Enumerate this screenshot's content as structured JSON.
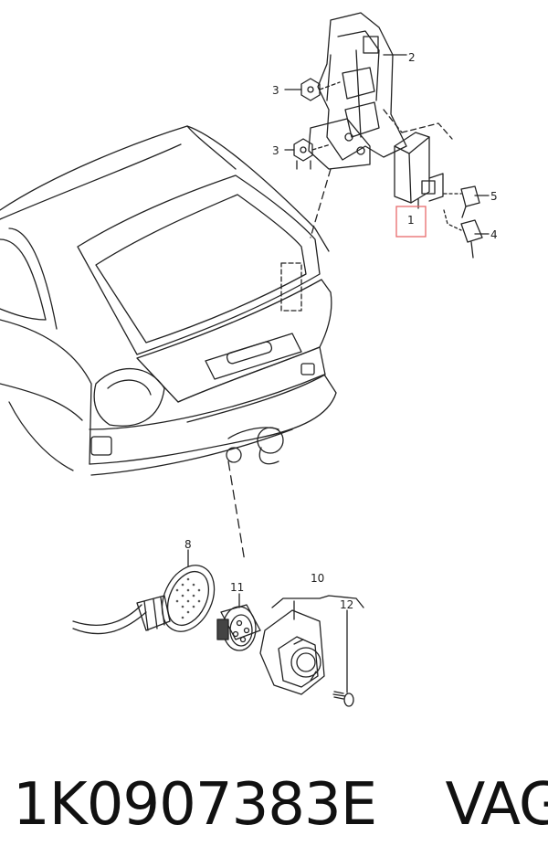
{
  "callouts": [
    "1",
    "2",
    "3",
    "3",
    "4",
    "5",
    "8",
    "10",
    "11",
    "12"
  ],
  "highlight_color": "#e8696b",
  "footer": {
    "part_number": "1K0907383E",
    "brand": "VAG"
  }
}
